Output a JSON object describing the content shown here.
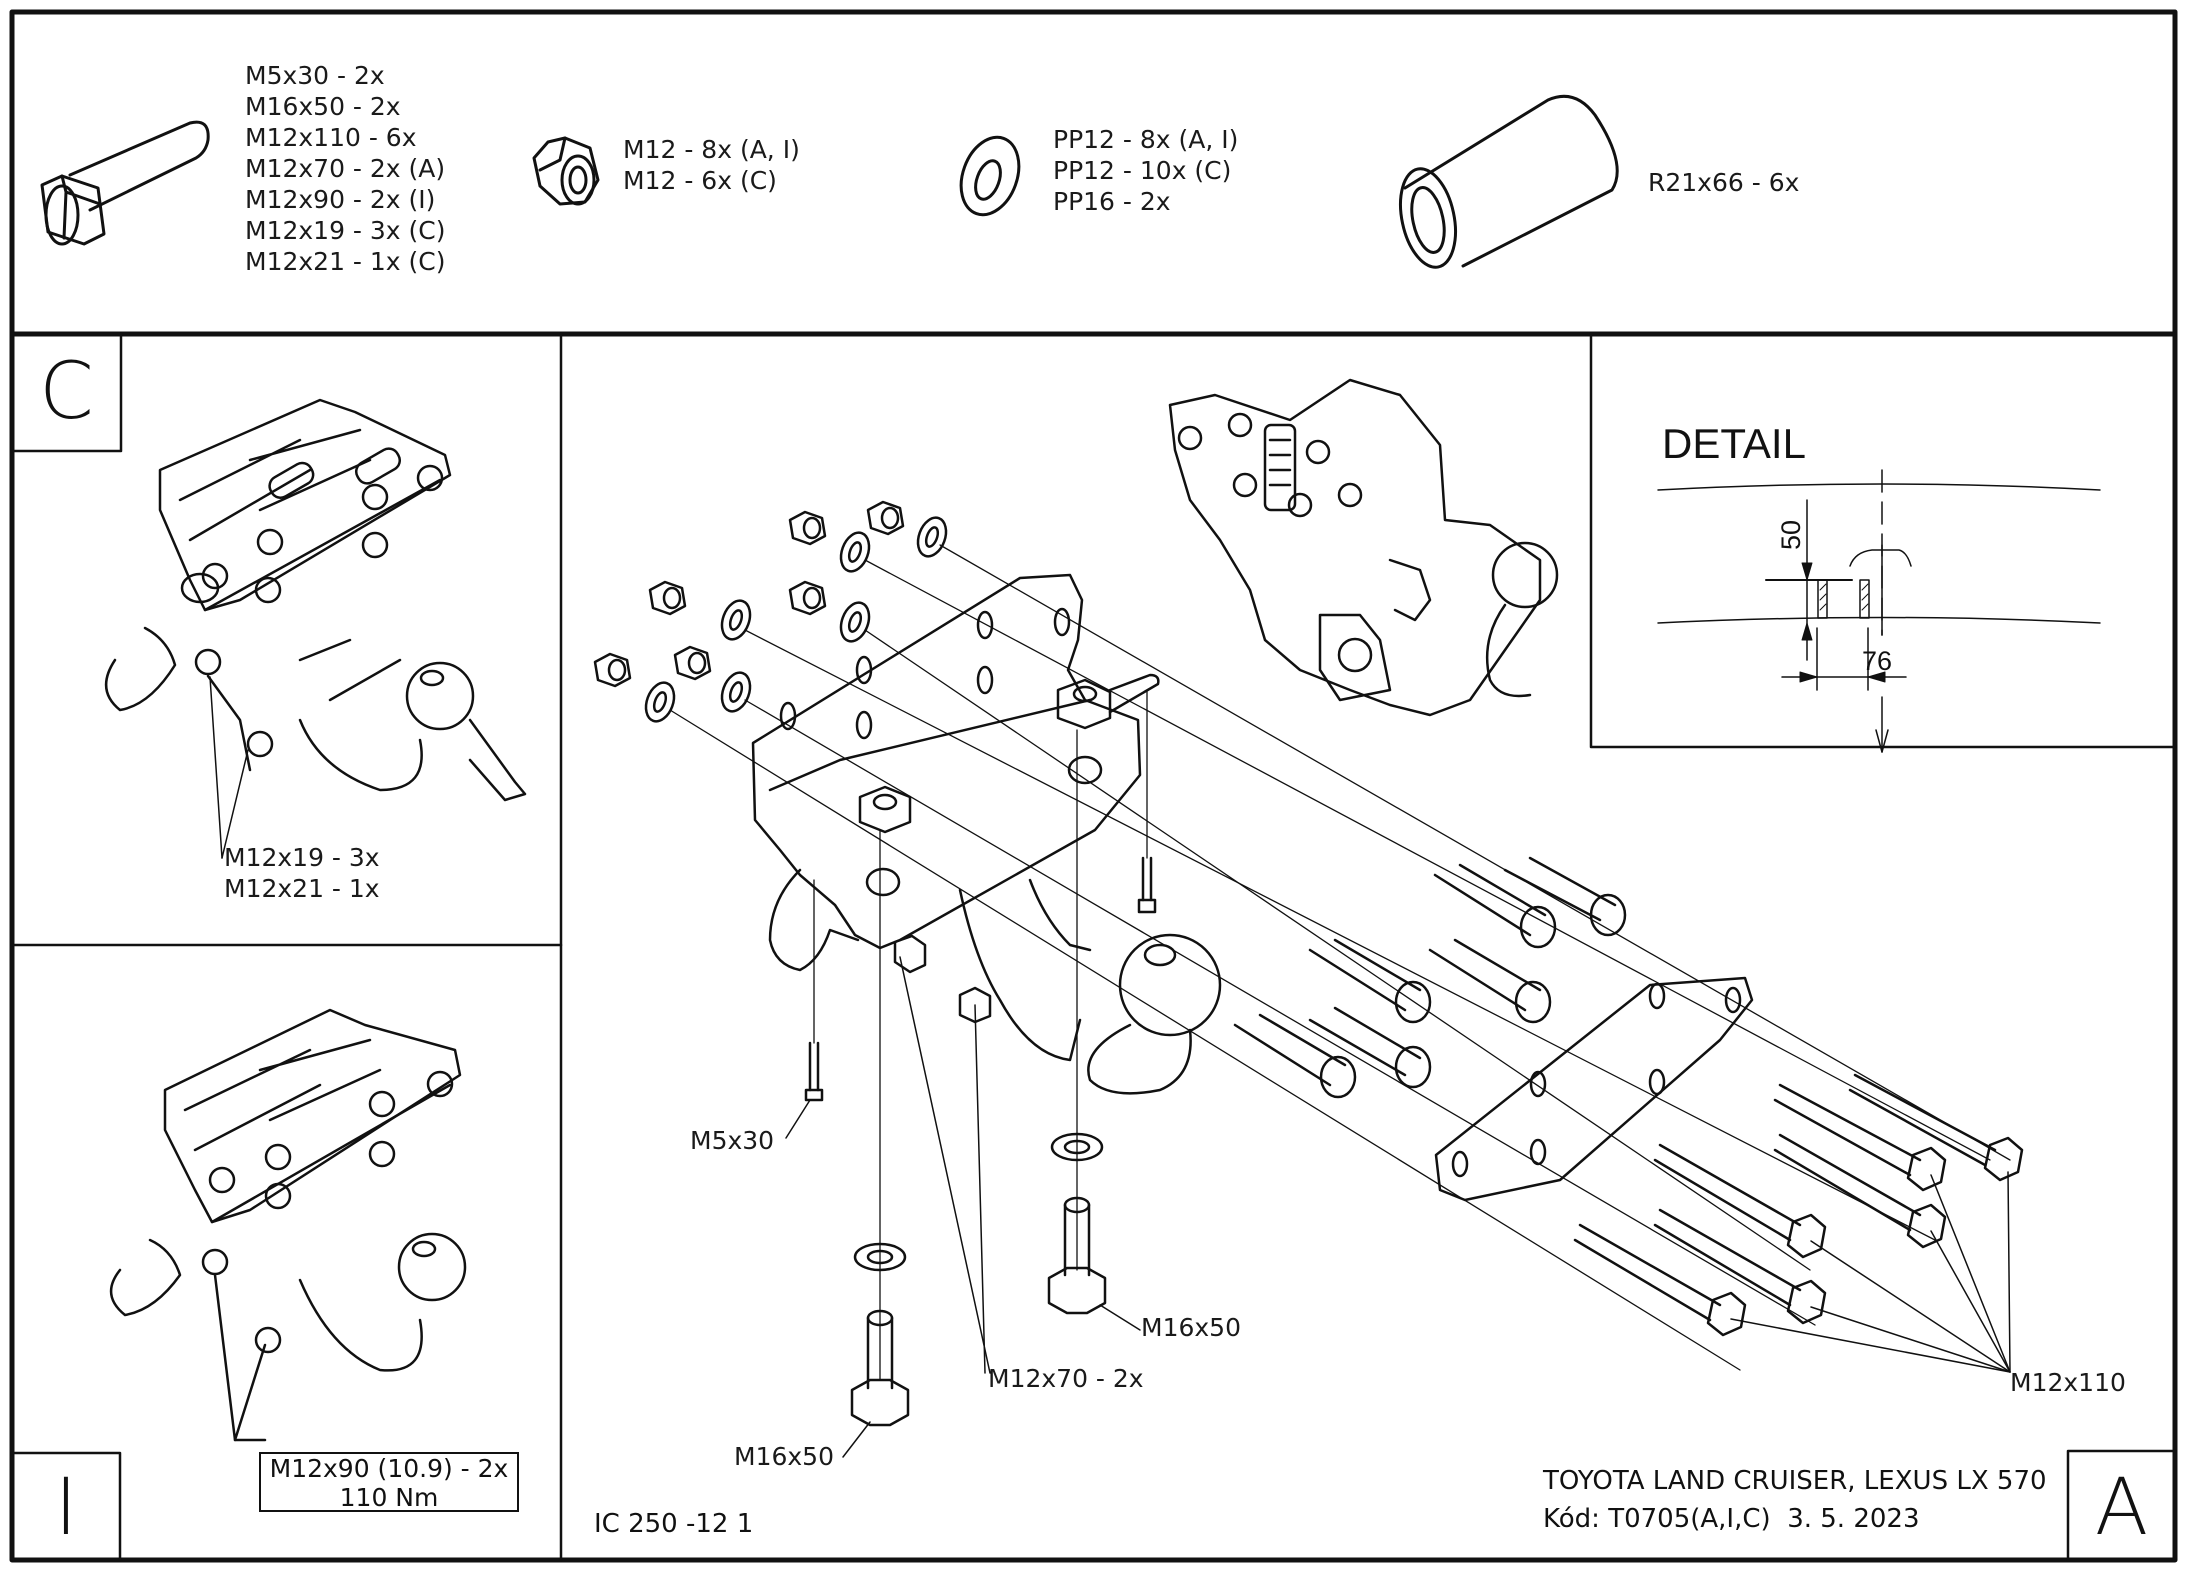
{
  "document": {
    "type": "Towbar assembly instructions",
    "vehicle": "TOYOTA LAND CRUISER, LEXUS LX 570",
    "code_line": "Kód: T0705(A,I,C)  3. 5. 2023",
    "drawing_ref": "IC 250 -12 1"
  },
  "parts_list": {
    "bolts": {
      "icon": "hex-bolt-icon",
      "items": [
        "M5x30 - 2x",
        "M16x50 - 2x",
        "M12x110 - 6x",
        "M12x70 - 2x (A)",
        "M12x90 - 2x (I)",
        "M12x19 - 3x (C)",
        "M12x21 - 1x (C)"
      ]
    },
    "nuts": {
      "icon": "hex-nut-icon",
      "items": [
        "M12 - 8x (A, I)",
        "M12 - 6x (C)"
      ]
    },
    "washers": {
      "icon": "washer-icon",
      "items": [
        "PP12 - 8x (A, I)",
        "PP12 - 10x (C)",
        "PP16 - 2x"
      ]
    },
    "spacers": {
      "icon": "spacer-tube-icon",
      "items": [
        "R21x66 - 6x"
      ]
    }
  },
  "variants": {
    "C": {
      "letter": "C",
      "callout_lines": [
        "M12x19 - 3x",
        "M12x21 - 1x"
      ]
    },
    "I": {
      "letter": "I",
      "callout_lines": [
        "M12x90 (10.9) - 2x",
        "110 Nm"
      ]
    },
    "A": {
      "letter": "A"
    }
  },
  "main_view": {
    "callouts": {
      "m5x30": "M5x30",
      "m16x50_left": "M16x50",
      "m16x50_right": "M16x50",
      "m12x70": "M12x70 - 2x",
      "m12x110": "M12x110"
    }
  },
  "detail": {
    "title": "DETAIL",
    "dim_vertical": "50",
    "dim_horizontal": "76"
  }
}
